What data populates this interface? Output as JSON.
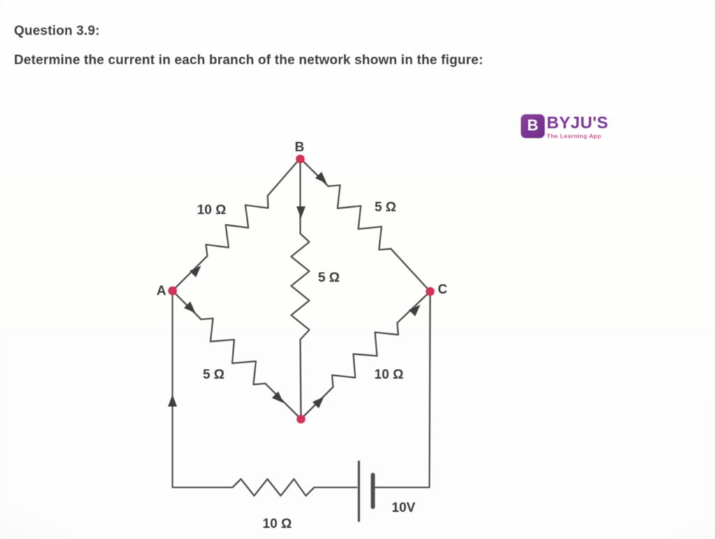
{
  "question": {
    "label": "Question 3.9:",
    "text": "Determine the current in each branch of the network shown in the figure:"
  },
  "logo": {
    "icon_letter": "B",
    "brand": "BYJU'S",
    "tagline": "The Learning App"
  },
  "colors": {
    "node_dot": "#d23357",
    "wire": "#4f4f4f",
    "label_text": "#3b3b3b",
    "brand_purple": "#7c3a96",
    "tagline_pink": "#c4538d",
    "background": "#f6f5f3"
  },
  "circuit": {
    "node_labels": {
      "a": "A",
      "b": "B",
      "c": "C"
    },
    "resistors": {
      "ab": "10 Ω",
      "bc": "5 Ω",
      "bd": "5 Ω",
      "ad": "5 Ω",
      "dc": "10 Ω",
      "series": "10 Ω"
    },
    "battery_voltage": "10V"
  }
}
